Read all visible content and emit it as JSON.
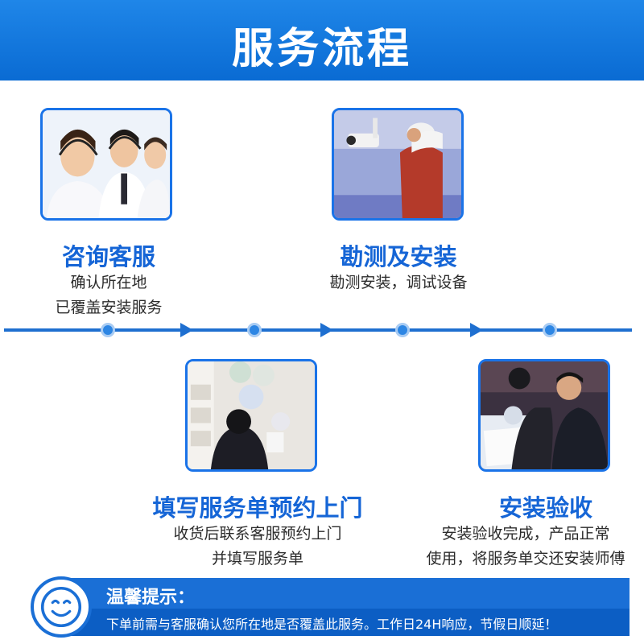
{
  "header": {
    "title": "服务流程"
  },
  "steps": [
    {
      "title": "咨询客服",
      "lines": [
        "确认所在地",
        "已覆盖安装服务"
      ],
      "image": "customer-service-agents-photo"
    },
    {
      "title": "填写服务单预约上门",
      "lines": [
        "收货后联系客服预约上门",
        "并填写服务单"
      ],
      "image": "store-display-photo"
    },
    {
      "title": "勘测及安装",
      "lines": [
        "勘测安装，调试设备"
      ],
      "image": "camera-installation-photo"
    },
    {
      "title": "安装验收",
      "lines": [
        "安装验收完成，产品正常",
        "使用，将服务单交还安装师傅"
      ],
      "image": "technicians-signing-photo"
    }
  ],
  "notice": {
    "title": "温馨提示：",
    "text": "下单前需与客服确认您所在地是否覆盖此服务。工作日24H响应，节假日顺延！",
    "icon": "smiley-face-icon"
  },
  "colors": {
    "primary": "#1a6fd6",
    "title_blue": "#1565d6",
    "timeline": "#1e6fd0"
  }
}
